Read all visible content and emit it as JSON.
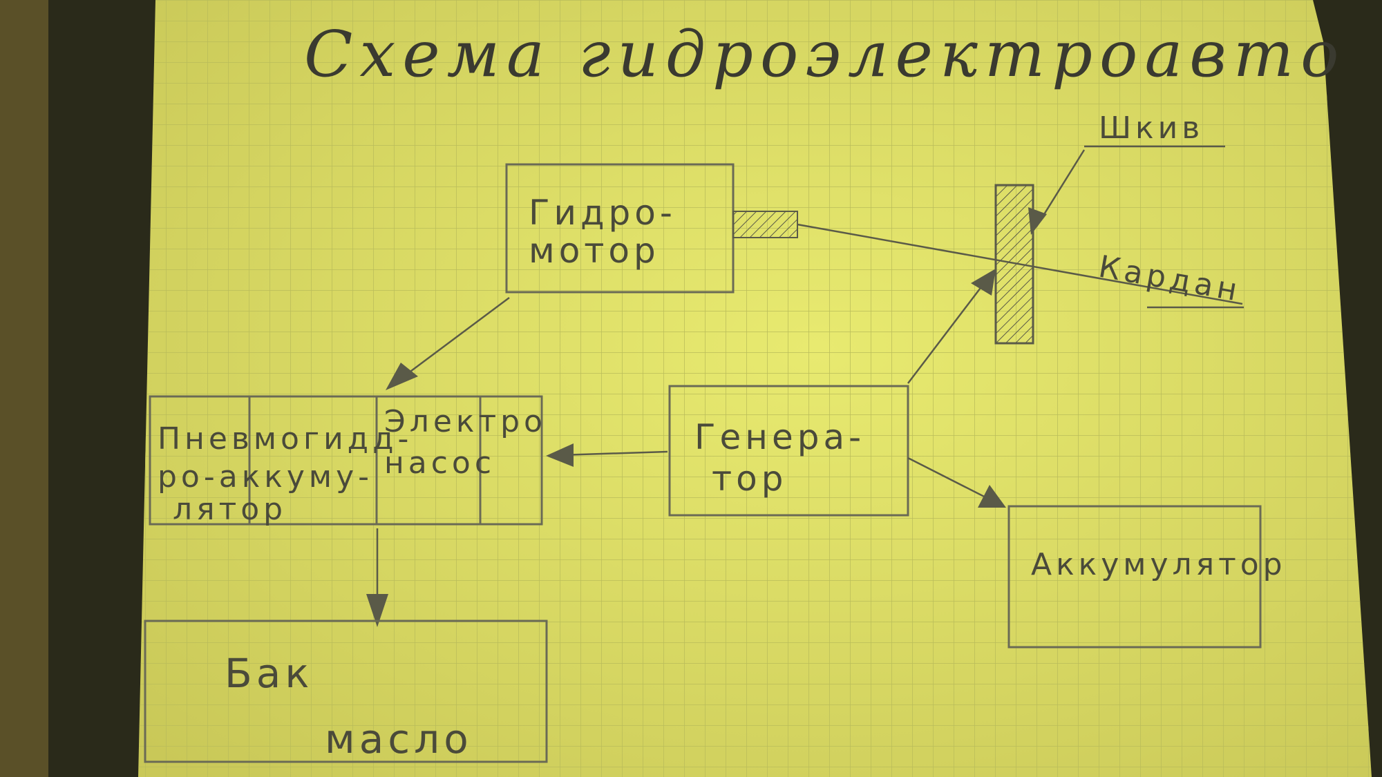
{
  "title": "Схема гидроэлектроавто",
  "nodes": {
    "hydromotor": {
      "line1": "Гидро-",
      "line2": "мотор"
    },
    "pneumo_accumulator": {
      "line1": "Пневмогидд-",
      "line2": "ро-аккуму-",
      "line3": "лятор"
    },
    "electropump": {
      "line1": "Электро",
      "line2": "насос"
    },
    "generator": {
      "line1": "Генера-",
      "line2": "тор"
    },
    "battery": {
      "label": "Аккумулятор"
    },
    "oil_tank": {
      "line1": "Бак",
      "line2": "масло"
    }
  },
  "annotations": {
    "pulley": "Шкив",
    "cardan": "Кардан"
  },
  "colors": {
    "paper": "#e2e46a",
    "grid": "#b9bc5a",
    "pencil": "#4a4a3a"
  }
}
